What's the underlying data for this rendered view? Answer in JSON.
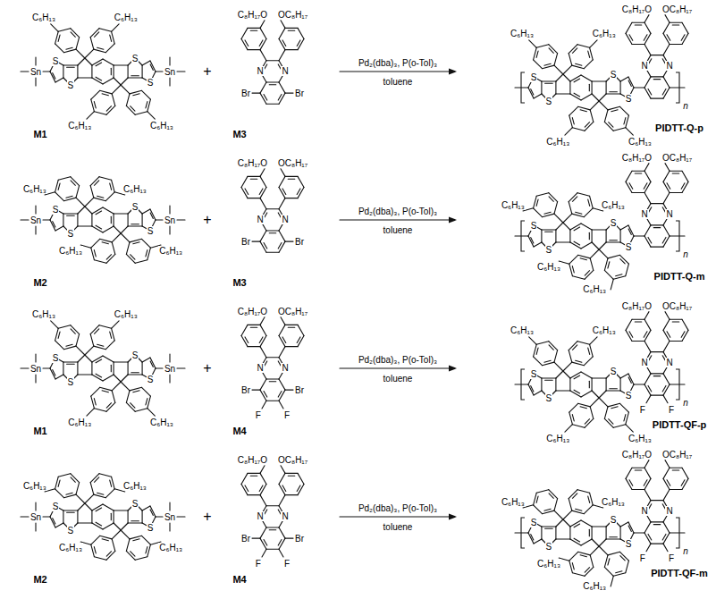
{
  "diagram": {
    "labels": [
      "Sn",
      "S",
      "S",
      "Sn",
      "S",
      "S",
      "C₆H₁₃",
      "C₆H₁₃",
      "C₆H₁₃",
      "C₆H₁₃",
      "M1",
      "+",
      "N",
      "N",
      "C₈H₁₇O",
      "OC₈H₁₇",
      "Br",
      "Br",
      "M3",
      "Pd₂(dba)₃, P(o-Tol)₃",
      "toluene",
      "S",
      "S",
      "S",
      "S",
      "C₆H₁₃",
      "C₆H₁₃",
      "C₆H₁₃",
      "C₆H₁₃",
      "N",
      "N",
      "C₈H₁₇O",
      "OC₈H₁₇",
      "n",
      "PIDTT-Q-p",
      "Sn",
      "S",
      "S",
      "Sn",
      "S",
      "S",
      "C₆H₁₃",
      "C₆H₁₃",
      "C₆H₁₃",
      "C₆H₁₃",
      "M2",
      "+",
      "N",
      "N",
      "C₈H₁₇O",
      "OC₈H₁₇",
      "Br",
      "Br",
      "M3",
      "Pd₂(dba)₃, P(o-Tol)₃",
      "toluene",
      "S",
      "S",
      "S",
      "S",
      "C₆H₁₃",
      "C₆H₁₃",
      "C₆H₁₃",
      "C₆H₁₃",
      "N",
      "N",
      "C₈H₁₇O",
      "OC₈H₁₇",
      "n",
      "PIDTT-Q-m",
      "Sn",
      "S",
      "S",
      "Sn",
      "S",
      "S",
      "C₆H₁₃",
      "C₆H₁₃",
      "C₆H₁₃",
      "C₆H₁₃",
      "M1",
      "+",
      "N",
      "N",
      "C₈H₁₇O",
      "OC₈H₁₇",
      "Br",
      "Br",
      "F",
      "F",
      "M4",
      "Pd₂(dba)₃, P(o-Tol)₃",
      "toluene",
      "S",
      "S",
      "S",
      "S",
      "C₆H₁₃",
      "C₆H₁₃",
      "C₆H₁₃",
      "C₆H₁₃",
      "N",
      "N",
      "C₈H₁₇O",
      "OC₈H₁₇",
      "F",
      "F",
      "n",
      "PIDTT-QF-p",
      "Sn",
      "S",
      "S",
      "Sn",
      "S",
      "S",
      "C₆H₁₃",
      "C₆H₁₃",
      "C₆H₁₃",
      "C₆H₁₃",
      "M2",
      "+",
      "N",
      "N",
      "C₈H₁₇O",
      "OC₈H₁₇",
      "Br",
      "Br",
      "F",
      "F",
      "M4",
      "Pd₂(dba)₃, P(o-Tol)₃",
      "toluene",
      "S",
      "S",
      "S",
      "S",
      "C₆H₁₃",
      "C₆H₁₃",
      "C₆H₁₃",
      "C₆H₁₃",
      "N",
      "N",
      "C₈H₁₇O",
      "OC₈H₁₇",
      "F",
      "F",
      "n",
      "PIDTT-QF-m"
    ]
  }
}
